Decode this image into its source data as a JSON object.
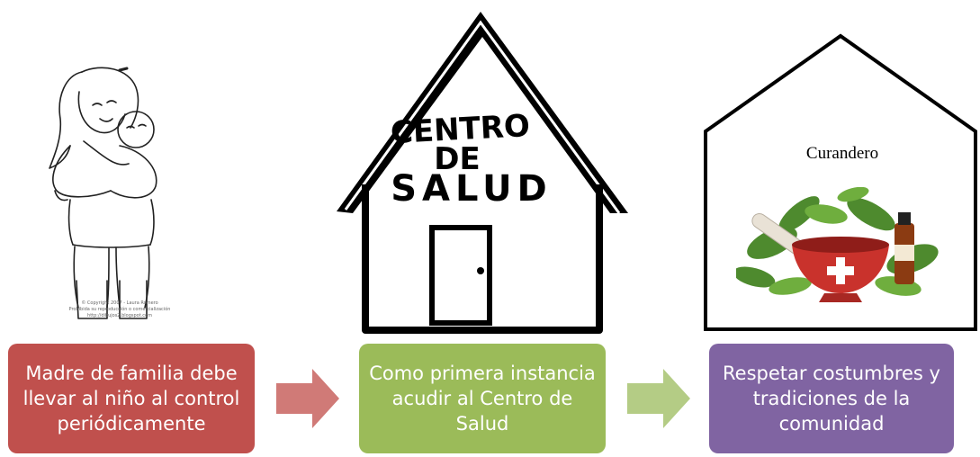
{
  "steps": [
    {
      "text": "Madre de familia debe llevar al niño al control periódicamente",
      "color": "#c0504d"
    },
    {
      "text": "Como primera instancia acudir al Centro de Salud",
      "color": "#9bbb59"
    },
    {
      "text": "Respetar costumbres y tradiciones de la comunidad",
      "color": "#8064a2"
    }
  ],
  "arrows": [
    {
      "color": "#d07a77"
    },
    {
      "color": "#b4cc85"
    }
  ],
  "health_center": {
    "line1": "CENTRO",
    "line2": "DE",
    "line3": "SALUD"
  },
  "healer": {
    "title": "Curandero"
  },
  "mother_copyright": {
    "line1": "© Copyright 2007 - Laura Romero",
    "line2": "Prohibida su reproducción o comercialización",
    "line3": "http://dibujos2.blogspot.com"
  }
}
